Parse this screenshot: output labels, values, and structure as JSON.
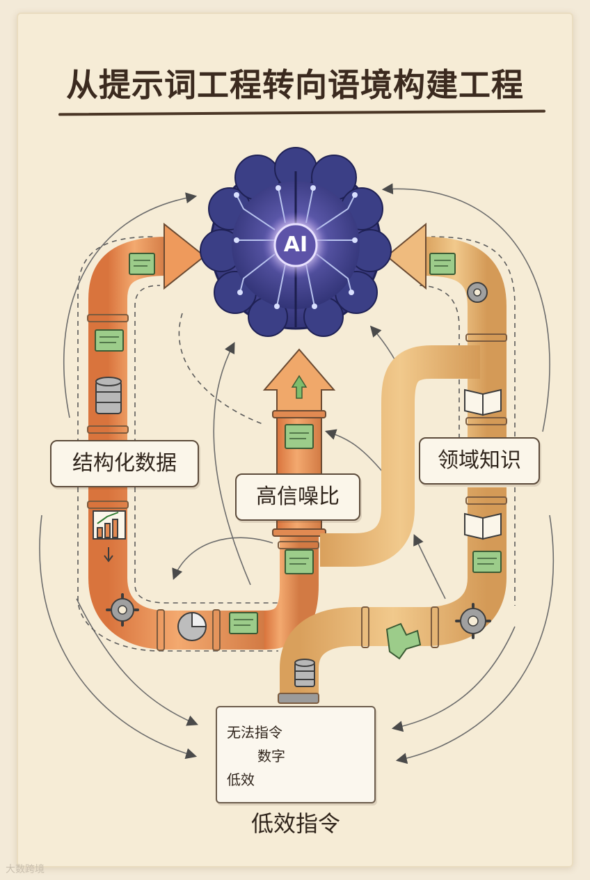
{
  "title": "从提示词工程转向语境构建工程",
  "center": {
    "label": "AI"
  },
  "labels": {
    "structured_data": "结构化数据",
    "high_snr": "高信噪比",
    "domain_knowledge": "领域知识"
  },
  "note_card": {
    "line1": "无法指令",
    "line2": "数字",
    "line3": "低效"
  },
  "caption": "低效指令",
  "watermark": "大数跨境",
  "icons": [
    "document-icon",
    "database-icon",
    "bar-chart-icon",
    "gear-icon",
    "pie-chart-icon",
    "book-icon",
    "puzzle-icon",
    "brain-icon"
  ],
  "colors": {
    "pipe_orange": "#ec9a62",
    "pipe_tan": "#e9b876",
    "doc_green": "#9ccc8a",
    "brain_blue": "#3b3f86",
    "ink": "#3b2a1f"
  }
}
